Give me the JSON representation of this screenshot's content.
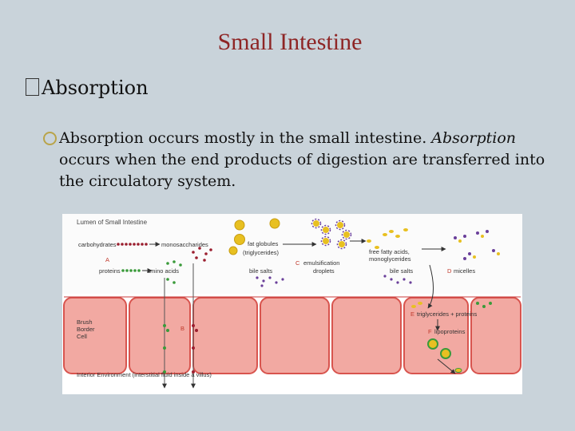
{
  "slide": {
    "title": "Small Intestine",
    "bullet1": "Absorption",
    "bullet2_line1": "Absorption occurs mostly in the small intestine.",
    "bullet2_italic": "Absorption",
    "bullet2_rest": " occurs when the end products of digestion are transferred into the circulatory system."
  },
  "figure": {
    "lumen": "Lumen of Small Intestine",
    "carbohydrates": "carbohydrates",
    "monosaccharides": "monosaccharides",
    "marker_a": "A",
    "proteins": "proteins",
    "amino_acids": "amino acids",
    "fat_globules": "fat globules",
    "triglycerides_paren": "(triglycerides)",
    "bile_salts_left": "bile salts",
    "marker_c": "C",
    "emulsification": "emulsification",
    "droplets": "droplets",
    "free_fatty_acids": "free fatty acids,",
    "monoglycerides": "monoglycerides",
    "bile_salts_right": "bile salts",
    "marker_d": "D",
    "micelles": "micelles",
    "brush": "Brush",
    "border": "Border",
    "cell": "Cell",
    "marker_b": "B",
    "marker_e": "E",
    "triglycerides_proteins": "triglycerides + proteins",
    "marker_f": "F",
    "lipoproteins": "lipoproteins",
    "interior": "Interior Environment (interstitial fluid inside a villus)",
    "colors": {
      "cell_fill": "#f2a9a2",
      "cell_outline": "#d8544e",
      "brush": "#c83a3a",
      "carb": "#9b1f2f",
      "protein": "#3a9a3a",
      "fat": "#e8c021"
    }
  }
}
